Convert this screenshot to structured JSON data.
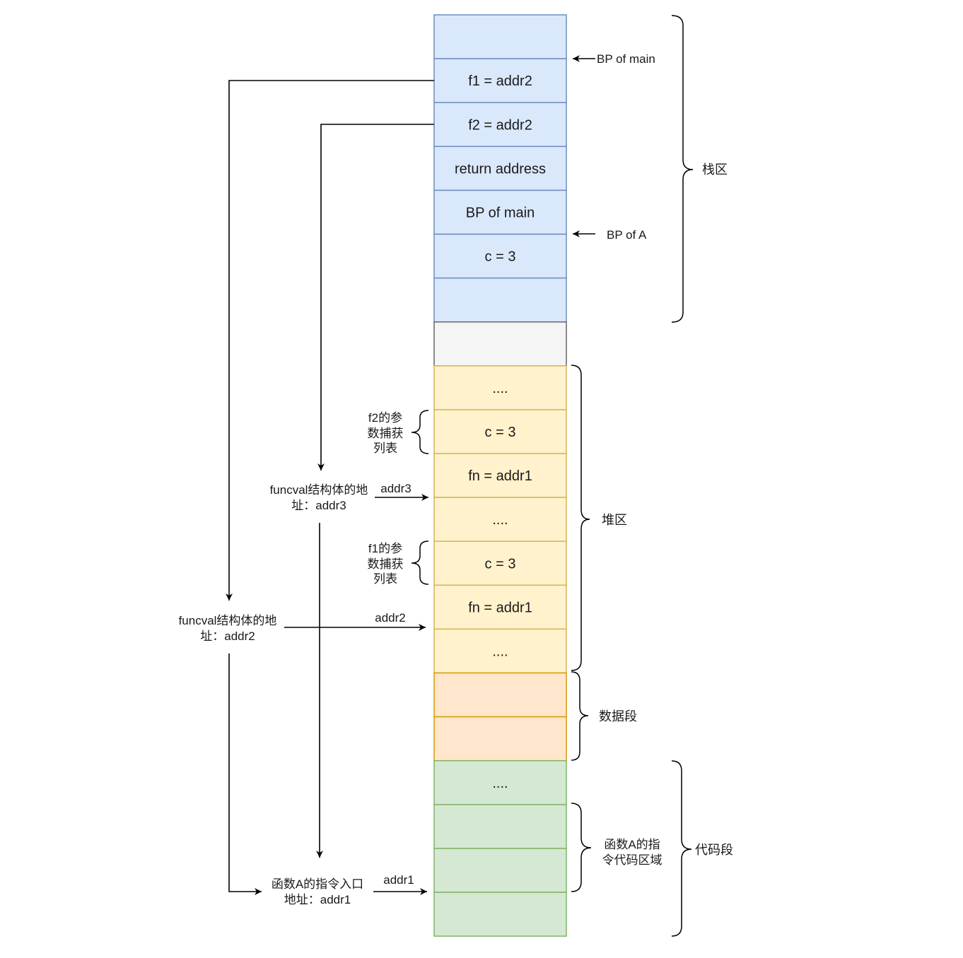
{
  "stack_cells": [
    {
      "label": ""
    },
    {
      "label": "f1 = addr2"
    },
    {
      "label": "f2 = addr2"
    },
    {
      "label": "return address"
    },
    {
      "label": "BP of main"
    },
    {
      "label": "c = 3"
    },
    {
      "label": ""
    }
  ],
  "gap_cells": [
    {
      "label": ""
    }
  ],
  "heap_cells": [
    {
      "label": "...."
    },
    {
      "label": "c = 3"
    },
    {
      "label": "fn = addr1"
    },
    {
      "label": "...."
    },
    {
      "label": "c = 3"
    },
    {
      "label": "fn = addr1"
    },
    {
      "label": "...."
    }
  ],
  "data_cells": [
    {
      "label": ""
    },
    {
      "label": ""
    }
  ],
  "code_cells": [
    {
      "label": "...."
    },
    {
      "label": ""
    },
    {
      "label": ""
    },
    {
      "label": ""
    }
  ],
  "pointers": {
    "bp_main": "BP of main",
    "bp_a": "BP of A"
  },
  "regions": {
    "stack": "栈区",
    "heap": "堆区",
    "data": "数据段",
    "code": "代码段",
    "func_code_line1": "函数A的指",
    "func_code_line2": "令代码区域"
  },
  "capture_lists": {
    "f2_line1": "f2的参",
    "f2_line2": "数捕获",
    "f2_line3": "列表",
    "f1_line1": "f1的参",
    "f1_line2": "数捕获",
    "f1_line3": "列表"
  },
  "addresses": {
    "funcval3_line1": "funcval结构体的地",
    "funcval3_line2": "址：addr3",
    "addr3": "addr3",
    "funcval2_line1": "funcval结构体的地",
    "funcval2_line2": "址：addr2",
    "addr2": "addr2",
    "entry_line1": "函数A的指令入口",
    "entry_line2": "地址：addr1",
    "addr1": "addr1"
  },
  "colors": {
    "stack_fill": "#dae8fc",
    "stack_stroke": "#6c8ebf",
    "gap_fill": "#f5f5f5",
    "gap_stroke": "#666666",
    "heap_fill": "#fff2cc",
    "heap_stroke": "#d6b656",
    "data_fill": "#ffe6cc",
    "data_stroke": "#d79b00",
    "code_fill": "#d5e8d4",
    "code_stroke": "#82b366",
    "line": "#000000"
  }
}
